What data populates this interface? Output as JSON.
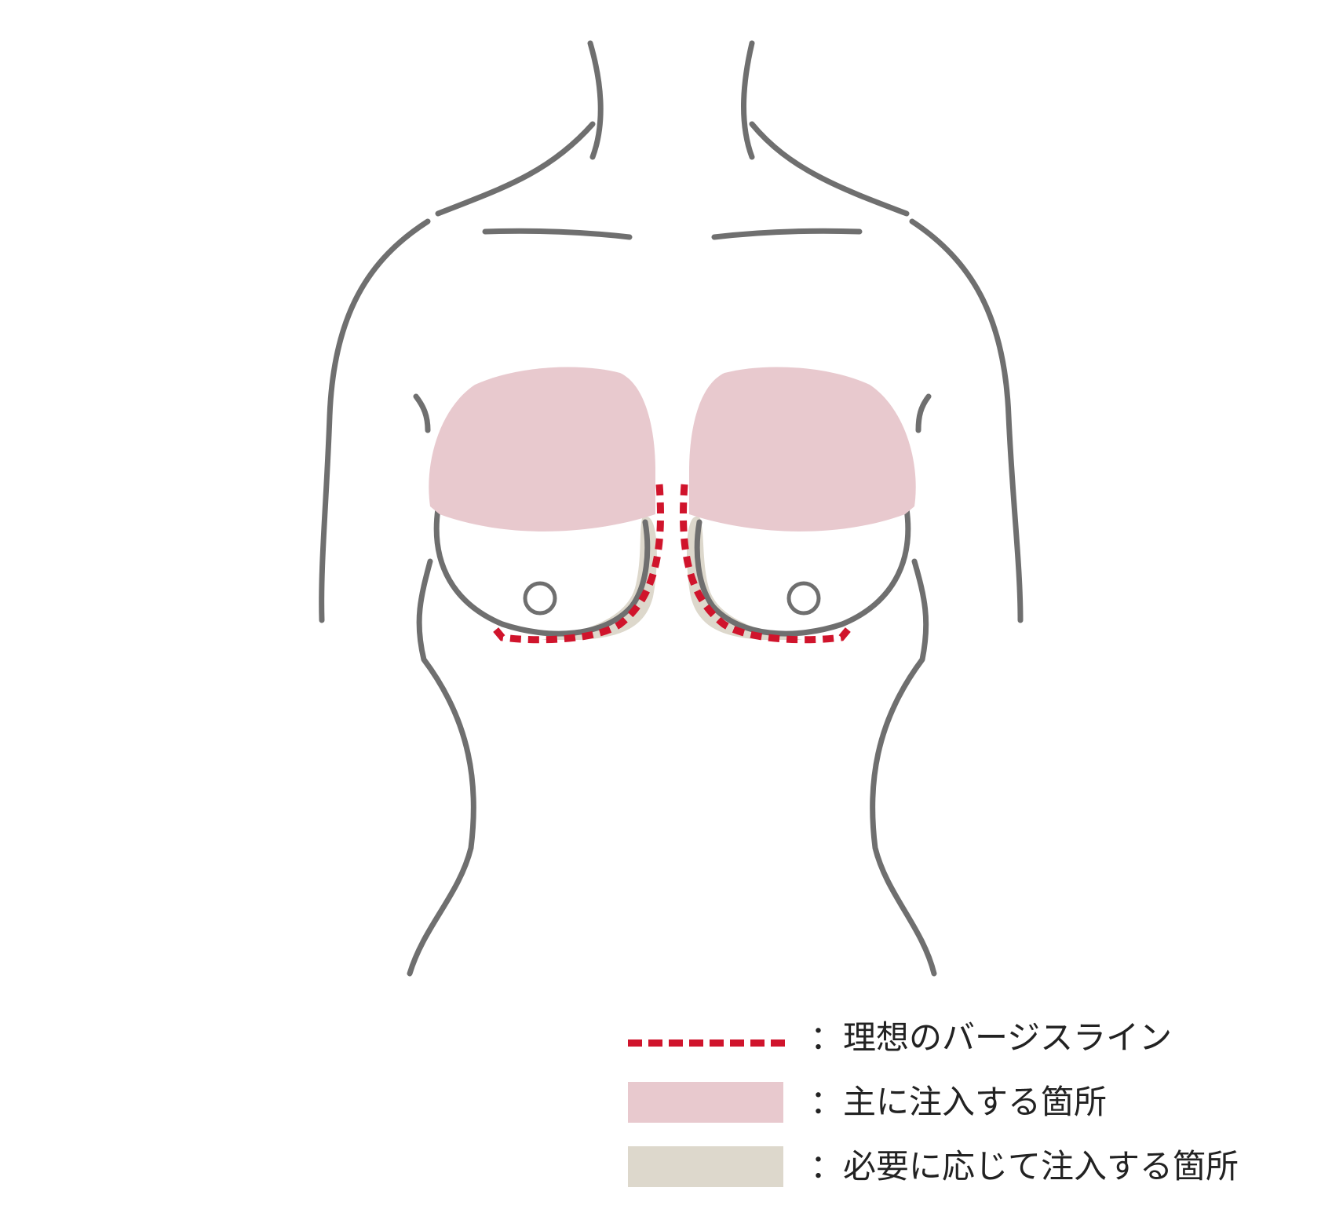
{
  "colors": {
    "ideal_line": "#d0142c",
    "main_area": "#e8c9ce",
    "optional_area": "#ddd8cc",
    "outline": "#6f6f6f"
  },
  "legend": [
    {
      "swatch": "dotted-line",
      "color": "#d0142c",
      "label": "：理想のバージスライン"
    },
    {
      "swatch": "box",
      "color": "#e8c9ce",
      "label": "：主に注入する箇所"
    },
    {
      "swatch": "box",
      "color": "#ddd8cc",
      "label": "：必要に応じて注入する箇所"
    }
  ]
}
